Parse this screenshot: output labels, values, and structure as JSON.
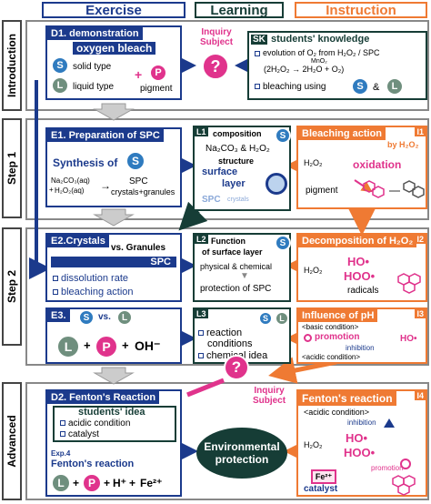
{
  "headers": {
    "exercise": "Exercise",
    "learning": "Learning",
    "instruction": "Instruction"
  },
  "stages": {
    "intro": "Introduction",
    "step1": "Step 1",
    "step2": "Step 2",
    "advanced": "Advanced"
  },
  "d1": {
    "title": "D1. demonstration",
    "subtitle": "oxygen bleach",
    "solid": "solid type",
    "liquid": "liquid type",
    "pigment": "pigment",
    "s": "S",
    "l": "L",
    "p": "P",
    "plus": "+"
  },
  "inquiry1": {
    "line1": "Inquiry",
    "line2": "Subject",
    "mark": "?"
  },
  "sk": {
    "tag": "SK",
    "title": "students' knowledge",
    "item1a": "evolution of O₂ from H₂O₂ / SPC",
    "item1b": "(2H₂O₂ → 2H₂O + O₂)",
    "catalyst": "MnO₂",
    "item2": "bleaching using",
    "amp": "&",
    "s": "S",
    "l": "L"
  },
  "e1": {
    "title": "E1. Preparation of SPC",
    "synth": "Synthesis of",
    "s": "S",
    "react1": "Na₂CO₃(aq)",
    "react2": "H₂O₂(aq)",
    "plus": "+",
    "prod1": "SPC",
    "prod2": "crystals+granules"
  },
  "l1": {
    "tag": "L1",
    "comp": "composition",
    "s": "S",
    "formula": "Na₂CO₃ & H₂O₂",
    "struct": "structure",
    "surface": "surface",
    "layer": "layer",
    "spc": "SPC",
    "crystals": "crystals"
  },
  "i1": {
    "tag": "I1",
    "title": "Bleaching action",
    "by": "by H₂O₂",
    "h2o2": "H₂O₂",
    "ox": "oxidation",
    "pig": "pigment"
  },
  "e2": {
    "title": "E2.Crystals",
    "vs": "vs. Granules",
    "spc": "SPC",
    "item1": "dissolution rate",
    "item2": "bleaching action"
  },
  "l2": {
    "tag": "L2",
    "func": "Function",
    "of": "of surface layer",
    "s": "S",
    "pc": "physical & chemical",
    "prot": "protection of SPC"
  },
  "i2": {
    "tag": "I2",
    "title": "Decomposition of H₂O₂",
    "h2o2": "H₂O₂",
    "ho": "HO•",
    "hoo": "HOO•",
    "radicals": "radicals"
  },
  "e3": {
    "title": "E3.",
    "s": "S",
    "vs": "vs.",
    "l": "L",
    "p": "P",
    "oh": "OH⁻",
    "plus": "+"
  },
  "l3": {
    "tag": "L3",
    "s": "S",
    "l": "L",
    "item1a": "reaction",
    "item1b": "conditions",
    "item2": "chemical idea"
  },
  "i3": {
    "tag": "I3",
    "title": "Influence of pH",
    "basic": "<basic condition>",
    "promo": "promotion",
    "ho": "HO•",
    "inhib": "inhibition",
    "acidic": "<acidic condition>"
  },
  "inquiry2": {
    "line1": "Inquiry",
    "line2": "Subject",
    "mark": "?"
  },
  "d2": {
    "title": "D2. Fenton's Reaction",
    "idea": "students' idea",
    "item1": "acidic condition",
    "item2": "catalyst",
    "exp": "Exp.4",
    "fr": "Fenton's reaction",
    "l": "L",
    "p": "P",
    "h": "H⁺",
    "fe": "Fe²⁺",
    "plus": "+"
  },
  "env": {
    "line1": "Environmental",
    "line2": "protection"
  },
  "i4": {
    "tag": "I4",
    "title": "Fenton's reaction",
    "acidic": "<acidic condition>",
    "inhib": "inhibition",
    "h2o2": "H₂O₂",
    "ho": "HO•",
    "hoo": "HOO•",
    "promo": "promotion",
    "fe": "Fe²⁺",
    "cat": "catalyst"
  }
}
